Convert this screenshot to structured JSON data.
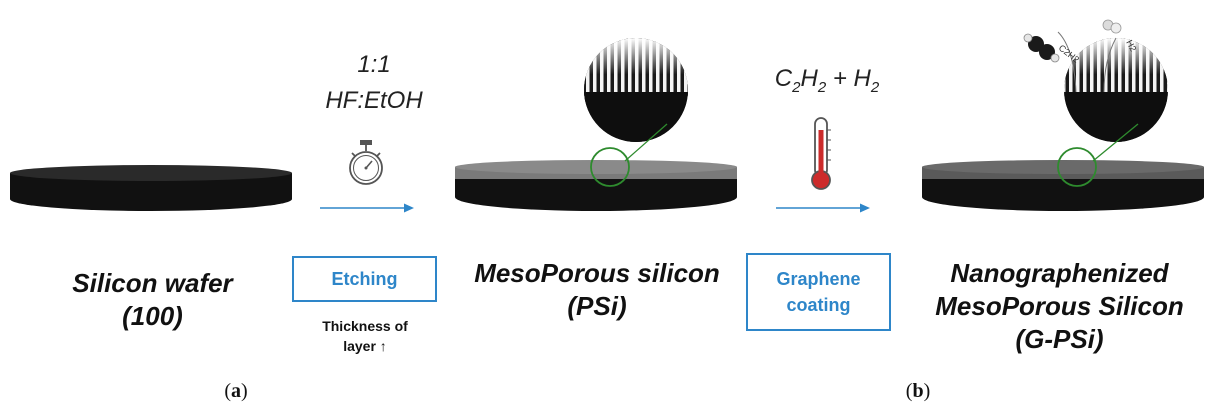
{
  "stages": {
    "wafer": {
      "name": "Silicon wafer",
      "orientation": "(100)"
    },
    "psi": {
      "name": "MesoPorous silicon",
      "abbr": "(PSi)"
    },
    "gpsi": {
      "line1": "Nanographenized",
      "line2": "MesoPorous Silicon",
      "abbr": "(G-PSi)"
    }
  },
  "step1": {
    "ratio": "1:1",
    "solution": "HF:EtOH",
    "label": "Etching",
    "note_line1": "Thickness of",
    "note_line2": "layer ↑",
    "icon": "stopwatch-icon"
  },
  "step2": {
    "gas_c": "C",
    "gas_c_sub": "2",
    "gas_h": "H",
    "gas_h_sub": "2",
    "gas_plus": " + H",
    "gas_h2_sub": "2",
    "label_line1": "Graphene",
    "label_line2": "coating",
    "icon": "thermometer-icon"
  },
  "molecules": {
    "c2h2": "C2H2",
    "h2": "H2"
  },
  "panels": {
    "a": "a",
    "b": "b"
  },
  "colors": {
    "arrow": "#2e86c9",
    "circle": "#2e8b2e",
    "wafer": "#111111",
    "porous_layer": "#7a7a7a"
  }
}
